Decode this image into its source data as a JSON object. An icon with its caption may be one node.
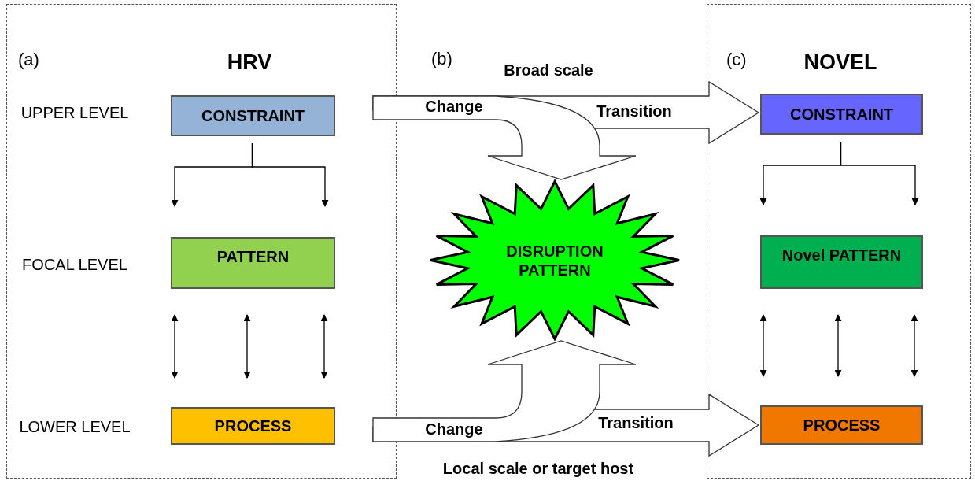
{
  "diagram": {
    "nodes": [
      {
        "text": [
          "(a)",
          "HRV"
        ]
      },
      {
        "text": [
          "CONSTRAINT"
        ],
        "in": 0
      },
      {
        "text": [
          "PATTERN"
        ],
        "in": 0
      },
      {
        "text": [
          "PROCESS"
        ],
        "in": 0
      },
      {
        "text": [
          "DISRUPTION PATTERN"
        ]
      },
      {
        "text": [
          "(c)",
          "NOVEL"
        ]
      },
      {
        "text": [
          "CONSTRAINT"
        ],
        "in": 5
      },
      {
        "text": [
          "Novel PATTERN"
        ],
        "in": 5
      },
      {
        "text": [
          "PROCESS"
        ],
        "in": 5
      }
    ],
    "edges": [
      {
        "from": 1,
        "to": 2,
        "arrow": "to"
      },
      {
        "from": 1,
        "to": 2,
        "arrow": "to"
      },
      {
        "from": 2,
        "to": 3,
        "arrow": "both"
      },
      {
        "from": 2,
        "to": 3,
        "arrow": "both"
      },
      {
        "from": 2,
        "to": 3,
        "arrow": "both"
      },
      {
        "from": null,
        "to": 4,
        "arrow": "to",
        "label": "Change",
        "style": "thick"
      },
      {
        "from": null,
        "to": 6,
        "arrow": "to",
        "label": "Transition",
        "style": "thick"
      },
      {
        "from": null,
        "to": 4,
        "arrow": "to",
        "label": "Change",
        "style": "thick"
      },
      {
        "from": null,
        "to": 8,
        "arrow": "to",
        "label": "Transition",
        "style": "thick"
      },
      {
        "from": 6,
        "to": 7,
        "arrow": "to"
      },
      {
        "from": 6,
        "to": 7,
        "arrow": "to"
      },
      {
        "from": 7,
        "to": 8,
        "arrow": "both"
      },
      {
        "from": 7,
        "to": 8,
        "arrow": "both"
      },
      {
        "from": 7,
        "to": 8,
        "arrow": "both"
      }
    ],
    "labels": [
      "(b)",
      "Broad scale",
      "UPPER LEVEL",
      "FOCAL LEVEL",
      "LOWER LEVEL",
      "Local scale or target host"
    ]
  }
}
